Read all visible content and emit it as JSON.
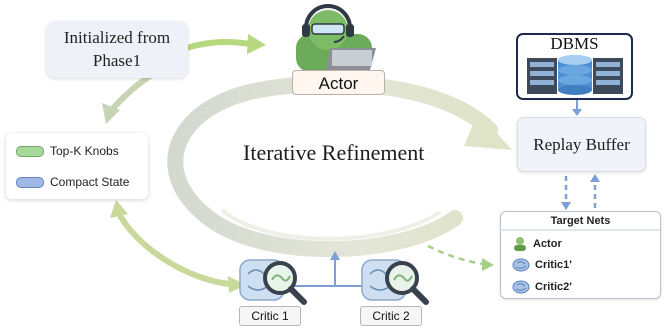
{
  "init_box": {
    "line1": "Initialized from",
    "line2": "Phase1"
  },
  "legend": {
    "items": [
      {
        "label": "Top-K Knobs",
        "color": "#a8d89a"
      },
      {
        "label": "Compact State",
        "color": "#9fb8e6"
      }
    ]
  },
  "title": "Iterative Refinement",
  "actor": {
    "label": "Actor"
  },
  "dbms": {
    "label": "DBMS"
  },
  "replay_buffer": {
    "label": "Replay Buffer"
  },
  "target_nets": {
    "title": "Target Nets",
    "items": [
      {
        "label": "Actor",
        "icon": "actor-icon"
      },
      {
        "label": "Critic1'",
        "icon": "brain-icon"
      },
      {
        "label": "Critic2'",
        "icon": "brain-icon"
      }
    ]
  },
  "critics": [
    {
      "label": "Critic 1"
    },
    {
      "label": "Critic 2"
    }
  ],
  "colors": {
    "cycle_arrow": "#d6dcc4",
    "green_arrow": "#b6d87f",
    "blue_arrow": "#7c9fd6",
    "dbms_border": "#1b2a4e"
  }
}
